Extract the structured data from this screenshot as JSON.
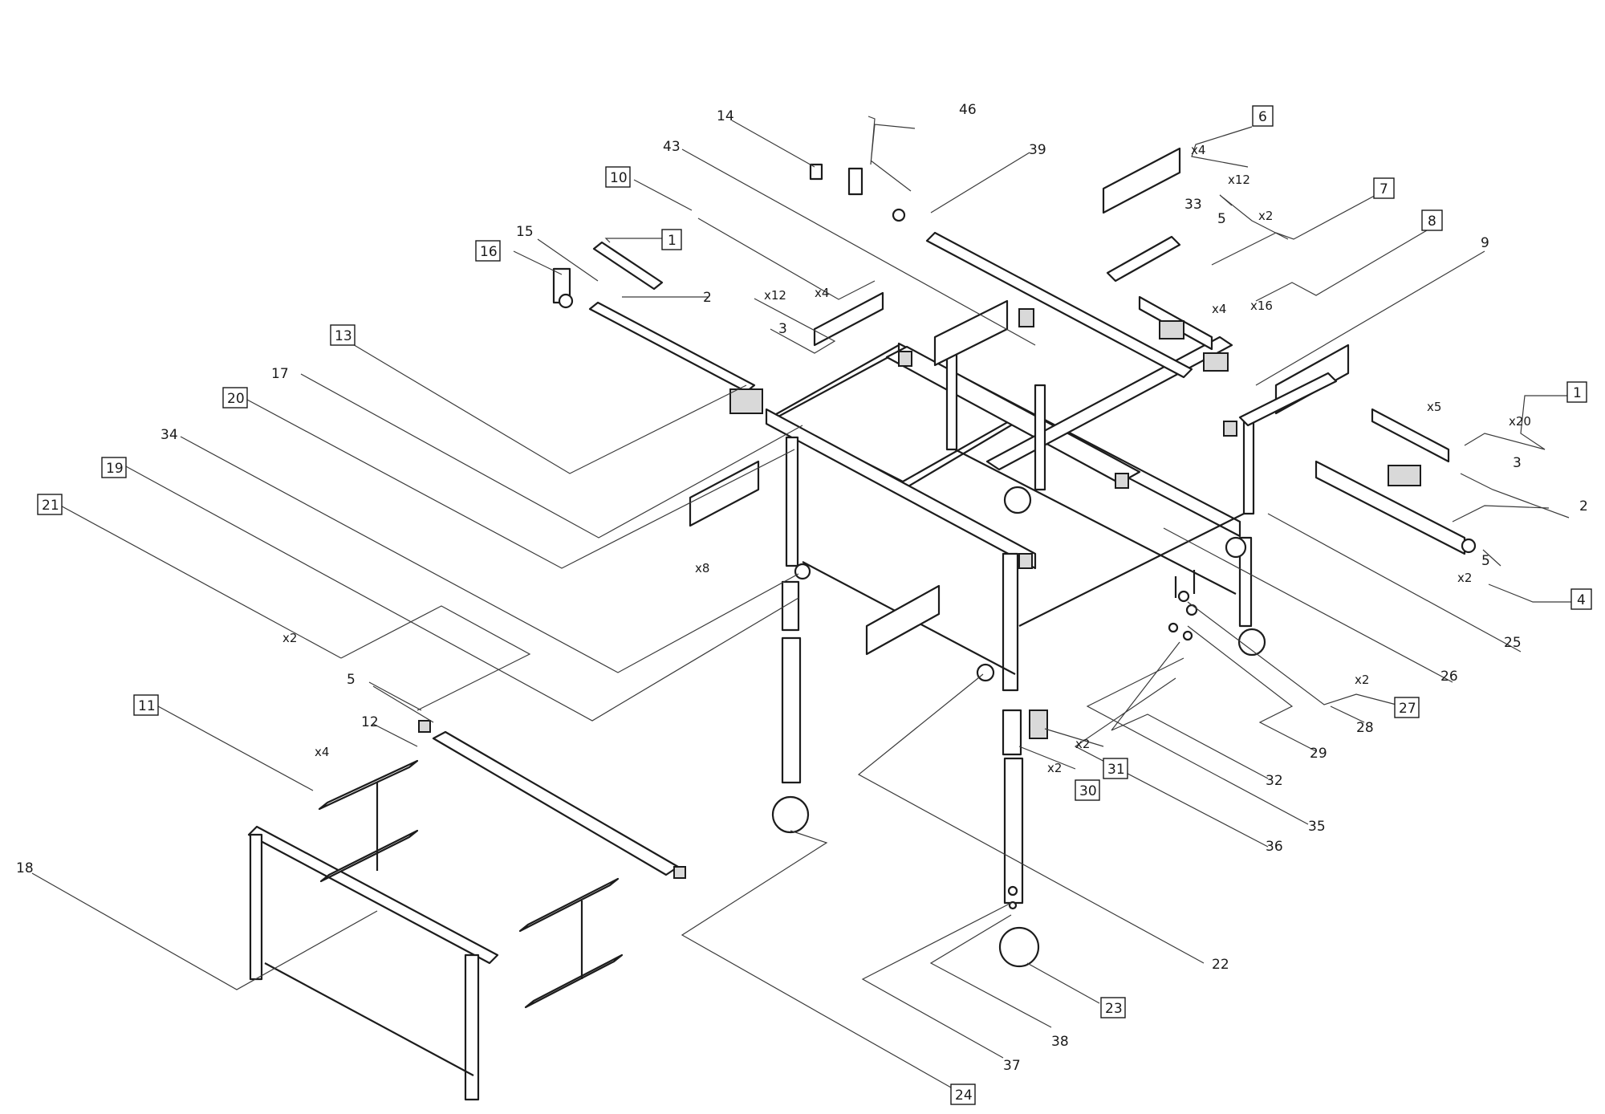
{
  "callouts": [
    {
      "id": "c14",
      "text": "14",
      "boxed": false
    },
    {
      "id": "c46",
      "text": "46",
      "boxed": false
    },
    {
      "id": "c43",
      "text": "43",
      "boxed": false
    },
    {
      "id": "c39",
      "text": "39",
      "boxed": false
    },
    {
      "id": "c6",
      "text": "6",
      "boxed": true
    },
    {
      "id": "c10",
      "text": "10",
      "boxed": true
    },
    {
      "id": "c15",
      "text": "15",
      "boxed": false
    },
    {
      "id": "c1a",
      "text": "1",
      "boxed": true
    },
    {
      "id": "c16",
      "text": "16",
      "boxed": true
    },
    {
      "id": "c2a",
      "text": "2",
      "boxed": false
    },
    {
      "id": "c3a",
      "text": "3",
      "boxed": false
    },
    {
      "id": "c33",
      "text": "33",
      "boxed": false
    },
    {
      "id": "c7",
      "text": "7",
      "boxed": true
    },
    {
      "id": "c5a",
      "text": "5",
      "boxed": false
    },
    {
      "id": "c8",
      "text": "8",
      "boxed": true
    },
    {
      "id": "c9",
      "text": "9",
      "boxed": false
    },
    {
      "id": "c13",
      "text": "13",
      "boxed": true
    },
    {
      "id": "c17",
      "text": "17",
      "boxed": false
    },
    {
      "id": "c20",
      "text": "20",
      "boxed": true
    },
    {
      "id": "c34",
      "text": "34",
      "boxed": false
    },
    {
      "id": "c19",
      "text": "19",
      "boxed": true
    },
    {
      "id": "c21",
      "text": "21",
      "boxed": true
    },
    {
      "id": "c1b",
      "text": "1",
      "boxed": true
    },
    {
      "id": "c3b",
      "text": "3",
      "boxed": false
    },
    {
      "id": "c2b",
      "text": "2",
      "boxed": false
    },
    {
      "id": "c5b",
      "text": "5",
      "boxed": false
    },
    {
      "id": "c4",
      "text": "4",
      "boxed": true
    },
    {
      "id": "c25",
      "text": "25",
      "boxed": false
    },
    {
      "id": "c26",
      "text": "26",
      "boxed": false
    },
    {
      "id": "c27",
      "text": "27",
      "boxed": true
    },
    {
      "id": "c28",
      "text": "28",
      "boxed": false
    },
    {
      "id": "c29",
      "text": "29",
      "boxed": false
    },
    {
      "id": "c32",
      "text": "32",
      "boxed": false
    },
    {
      "id": "c35",
      "text": "35",
      "boxed": false
    },
    {
      "id": "c36",
      "text": "36",
      "boxed": false
    },
    {
      "id": "c31",
      "text": "31",
      "boxed": true
    },
    {
      "id": "c30",
      "text": "30",
      "boxed": true
    },
    {
      "id": "c11",
      "text": "11",
      "boxed": true
    },
    {
      "id": "c12",
      "text": "12",
      "boxed": false
    },
    {
      "id": "c5c",
      "text": "5",
      "boxed": false
    },
    {
      "id": "c18",
      "text": "18",
      "boxed": false
    },
    {
      "id": "c22",
      "text": "22",
      "boxed": false
    },
    {
      "id": "c23",
      "text": "23",
      "boxed": true
    },
    {
      "id": "c38",
      "text": "38",
      "boxed": false
    },
    {
      "id": "c37",
      "text": "37",
      "boxed": false
    },
    {
      "id": "c24",
      "text": "24",
      "boxed": true
    }
  ],
  "quantities": [
    {
      "id": "q_x4_6",
      "text": "x4"
    },
    {
      "id": "q_x12_6",
      "text": "x12"
    },
    {
      "id": "q_x2_7",
      "text": "x2"
    },
    {
      "id": "q_x12_10",
      "text": "x12"
    },
    {
      "id": "q_x4_10",
      "text": "x4"
    },
    {
      "id": "q_x4_8",
      "text": "x4"
    },
    {
      "id": "q_x16_8",
      "text": "x16"
    },
    {
      "id": "q_x5_1",
      "text": "x5"
    },
    {
      "id": "q_x20_1",
      "text": "x20"
    },
    {
      "id": "q_x2_4",
      "text": "x2"
    },
    {
      "id": "q_x8",
      "text": "x8"
    },
    {
      "id": "q_x2_21",
      "text": "x2"
    },
    {
      "id": "q_x4_11",
      "text": "x4"
    },
    {
      "id": "q_x2_27",
      "text": "x2"
    },
    {
      "id": "q_x2_31",
      "text": "x2"
    },
    {
      "id": "q_x2_30",
      "text": "x2"
    }
  ]
}
